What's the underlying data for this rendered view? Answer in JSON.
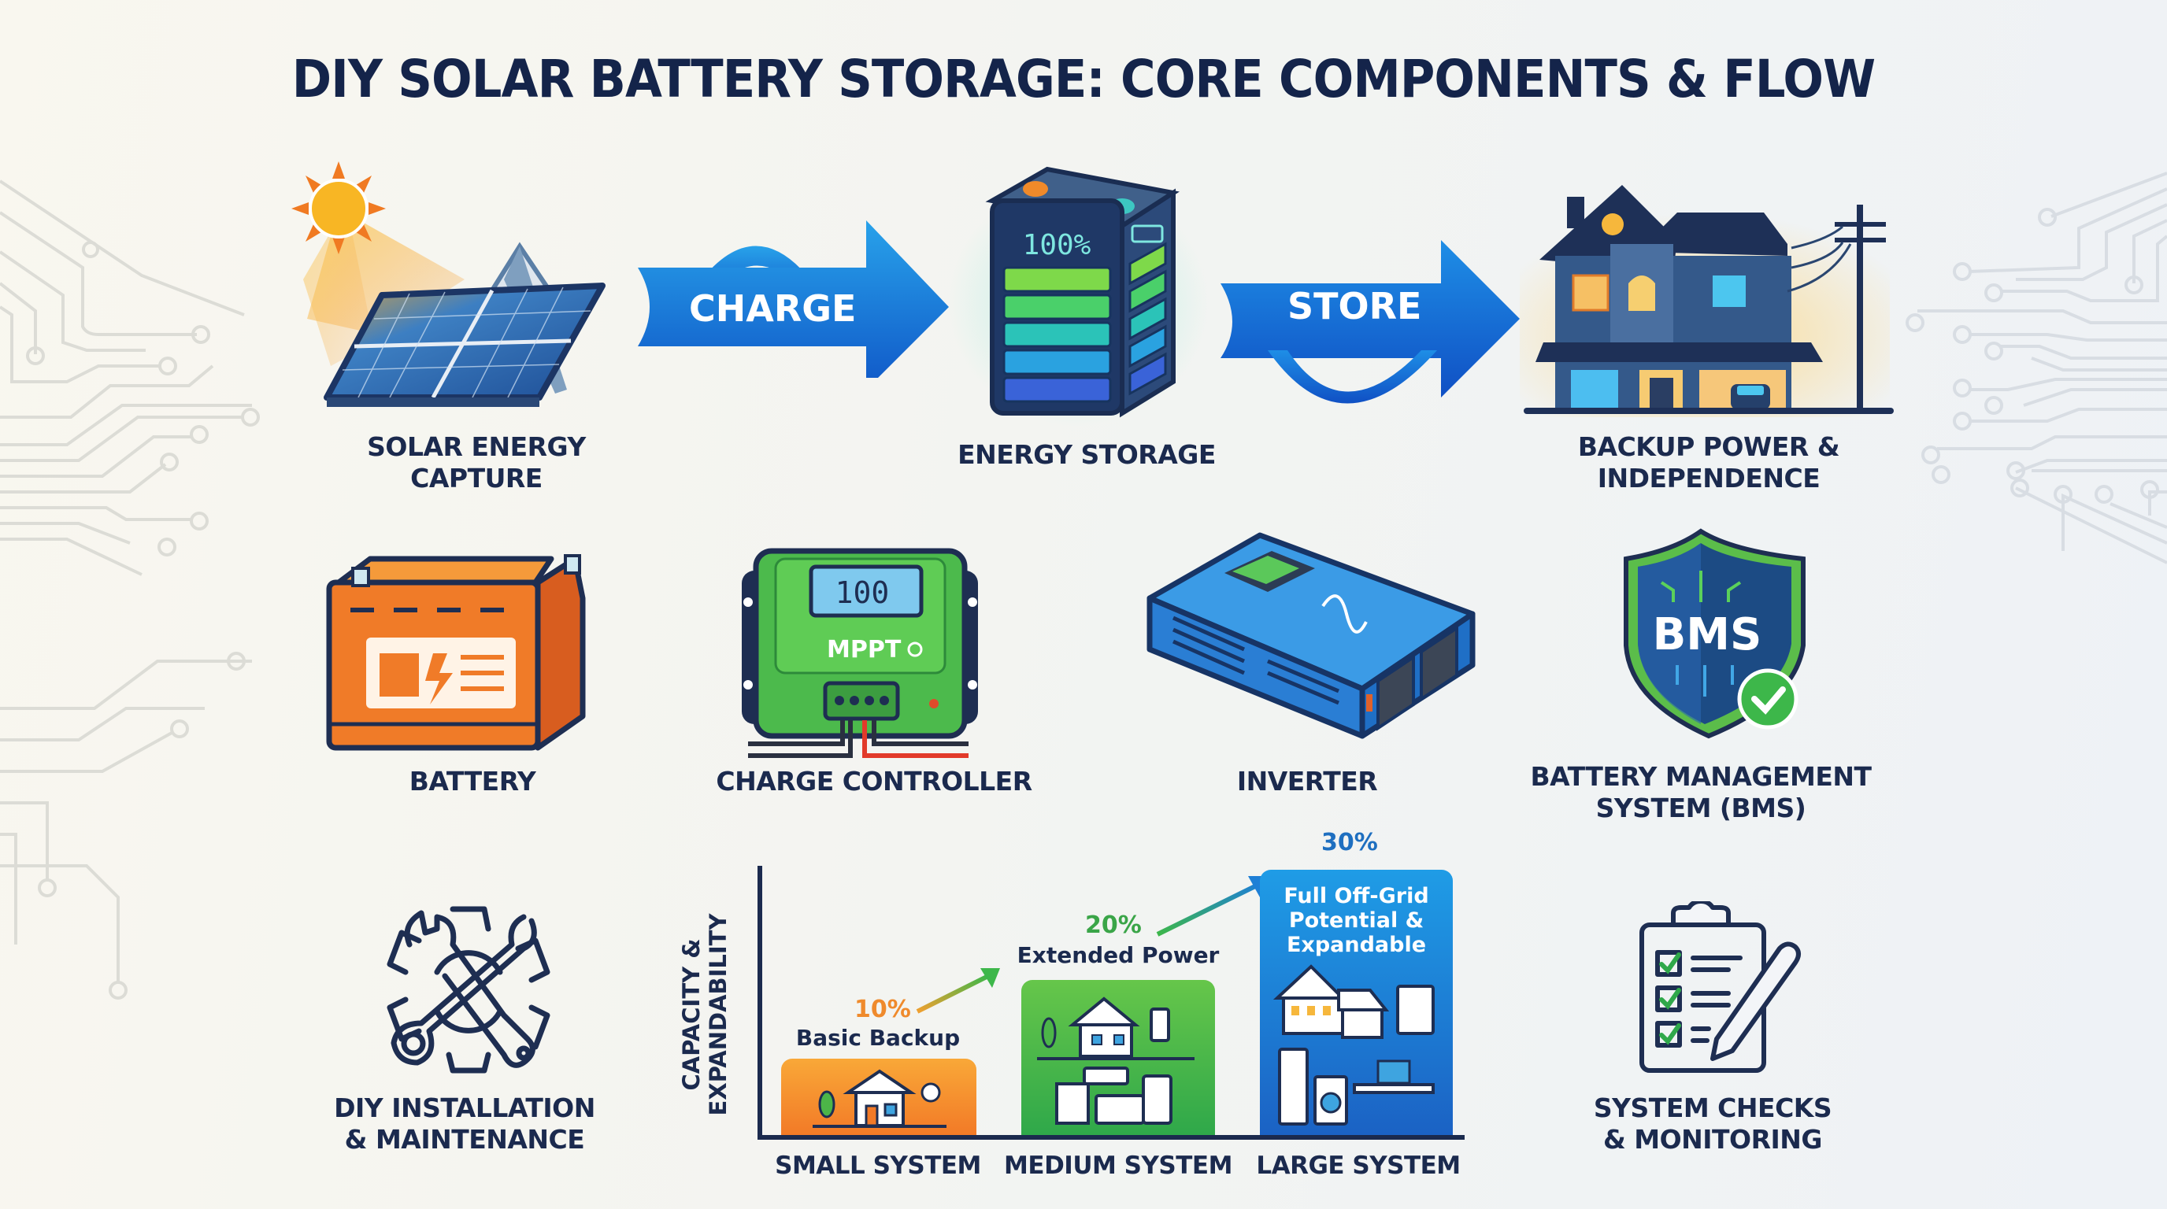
{
  "title": "DIY SOLAR BATTERY STORAGE: CORE COMPONENTS & FLOW",
  "flow": {
    "steps": [
      {
        "label_line1": "SOLAR ENERGY",
        "label_line2": "CAPTURE",
        "icon": "solar-panel-sun-icon"
      },
      {
        "label_line1": "ENERGY STORAGE",
        "label_line2": "",
        "icon": "battery-bank-icon",
        "display": "100%"
      },
      {
        "label_line1": "BACKUP POWER &",
        "label_line2": "INDEPENDENCE",
        "icon": "house-backup-power-icon"
      }
    ],
    "arrows": [
      {
        "label": "CHARGE",
        "icon": "curved-arrow-right-icon"
      },
      {
        "label": "STORE",
        "icon": "curved-arrow-right-icon"
      }
    ]
  },
  "components": [
    {
      "label_line1": "BATTERY",
      "label_line2": "",
      "icon": "car-battery-icon"
    },
    {
      "label_line1": "CHARGE CONTROLLER",
      "label_line2": "",
      "icon": "mppt-controller-icon",
      "display": "100",
      "badge": "MPPT"
    },
    {
      "label_line1": "INVERTER",
      "label_line2": "",
      "icon": "power-inverter-icon"
    },
    {
      "label_line1": "BATTERY MANAGEMENT",
      "label_line2": "SYSTEM (BMS)",
      "icon": "bms-shield-icon",
      "badge": "BMS"
    }
  ],
  "bottom": {
    "left": {
      "label_line1": "DIY INSTALLATION",
      "label_line2": "& MAINTENANCE",
      "icon": "wrench-gear-icon"
    },
    "right": {
      "label_line1": "SYSTEM CHECKS",
      "label_line2": "& MONITORING",
      "icon": "clipboard-checklist-icon"
    }
  },
  "colors": {
    "title": "#14244a",
    "navy": "#1b2a4e",
    "arrow_blue": "#1f6fd6",
    "small_bar": "#f5892a",
    "medium_bar": "#4cb548",
    "large_bar": "#1e7fd6",
    "pct_small": "#ef8a2c",
    "pct_medium": "#3aa548",
    "pct_large": "#1e6fc0"
  },
  "chart_data": {
    "type": "bar",
    "title": "",
    "ylabel": "CAPACITY & EXPANDABILITY",
    "xlabel": "",
    "categories": [
      "SMALL SYSTEM",
      "MEDIUM SYSTEM",
      "LARGE SYSTEM"
    ],
    "values": [
      10,
      20,
      30
    ],
    "value_labels": [
      "10%",
      "20%",
      "30%"
    ],
    "annotations": [
      "Basic Backup",
      "Extended Power",
      "Full Off-Grid Potential & Expandable"
    ],
    "bar_colors": [
      "#f5892a",
      "#4cb548",
      "#1e7fd6"
    ],
    "grid": false,
    "legend": "none"
  },
  "chart_text": {
    "ylabel_line1": "CAPACITY &",
    "ylabel_line2": "EXPANDABILITY",
    "large_line1": "Full Off-Grid",
    "large_line2": "Potential &",
    "large_line3": "Expandable"
  }
}
